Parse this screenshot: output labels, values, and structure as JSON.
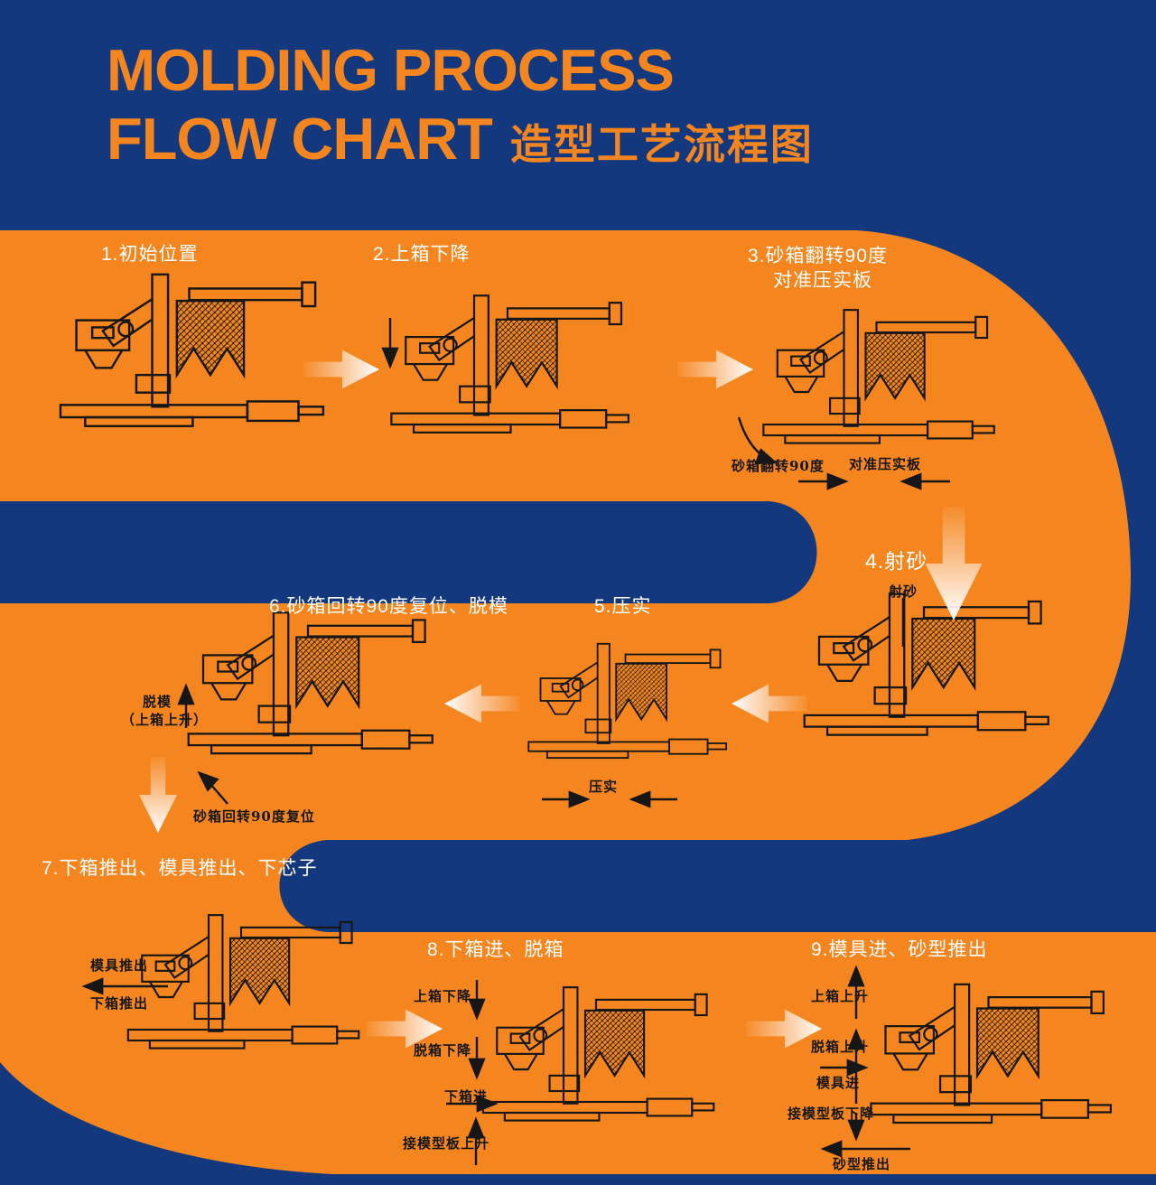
{
  "title": {
    "line1": "MOLDING PROCESS",
    "line2": "FLOW CHART",
    "subtitle_zh": "造型工艺流程图"
  },
  "colors": {
    "bg": "#14387D",
    "band": "#F5861F",
    "ink-white": "#FFFFFF",
    "ink-black": "#161616"
  },
  "steps": [
    {
      "label": "1.初始位置",
      "ann": {}
    },
    {
      "label": "2.上箱下降",
      "ann": {}
    },
    {
      "label": "3.砂箱翻转90度",
      "label2": "对准压实板",
      "ann": {
        "flip": "砂箱翻转90度",
        "align": "对准压实板"
      }
    },
    {
      "label": "4.射砂",
      "ann": {
        "shoot": "射砂"
      }
    },
    {
      "label": "5.压实",
      "ann": {
        "press": "压实"
      }
    },
    {
      "label": "6.砂箱回转90度复位、脱模",
      "ann": {
        "demold": "脱模",
        "demold_sub": "（上箱上升）",
        "reset": "砂箱回转90度复位"
      }
    },
    {
      "label": "7.下箱推出、模具推出、下芯子",
      "ann": {
        "mold_out": "模具推出",
        "box_out": "下箱推出"
      }
    },
    {
      "label": "8.下箱进、脱箱",
      "ann": {
        "upper_down": "上箱下降",
        "strip_down": "脱箱下降",
        "lower_in": "下箱进",
        "plate_up": "接模型板上升"
      }
    },
    {
      "label": "9.模具进、砂型推出",
      "ann": {
        "upper_up": "上箱上升",
        "strip_up": "脱箱上升",
        "mold_in": "模具进",
        "plate_down": "接模型板下降",
        "sand_out": "砂型推出"
      }
    }
  ]
}
